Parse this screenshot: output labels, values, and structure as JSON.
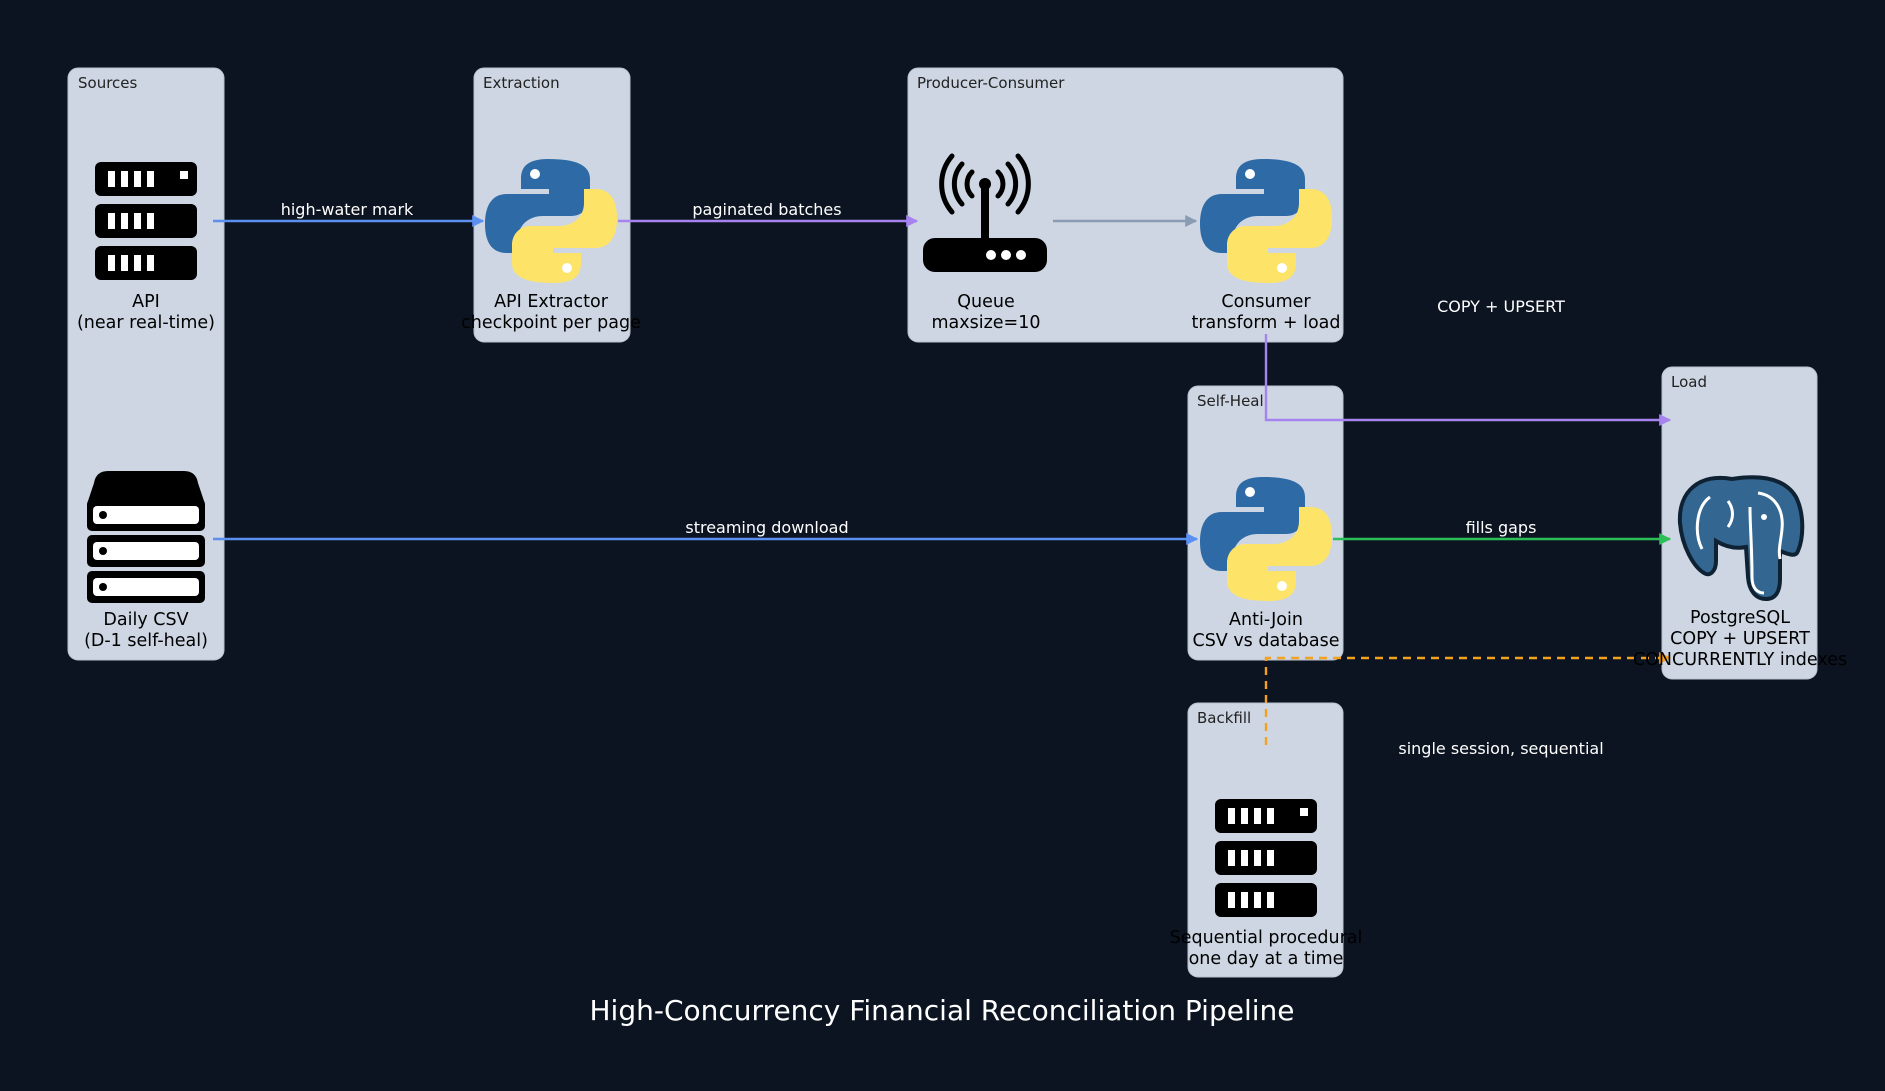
{
  "title": "High-Concurrency Financial Reconciliation Pipeline",
  "colors": {
    "background": "#0c1421",
    "cluster_fill": "#cdd6e2",
    "edge_blue": "#5b8ff0",
    "edge_purple": "#a783f0",
    "edge_gray": "#8a9bb4",
    "edge_green": "#2bbf57",
    "edge_orange": "#f5a01e",
    "python_blue": "#2e6aa6",
    "python_yellow": "#fde469",
    "postgres_blue": "#336791"
  },
  "clusters": {
    "sources": "Sources",
    "extraction": "Extraction",
    "producer_consumer": "Producer-Consumer",
    "self_heal": "Self-Heal",
    "load": "Load",
    "backfill": "Backfill"
  },
  "nodes": {
    "api": {
      "icon": "server-rack-icon",
      "line1": "API",
      "line2": "(near real-time)"
    },
    "daily_csv": {
      "icon": "storage-stack-icon",
      "line1": "Daily CSV",
      "line2": "(D-1 self-heal)"
    },
    "api_extractor": {
      "icon": "python-icon",
      "line1": "API Extractor",
      "line2": "checkpoint per page"
    },
    "queue": {
      "icon": "router-antenna-icon",
      "line1": "Queue",
      "line2": "maxsize=10"
    },
    "consumer": {
      "icon": "python-icon",
      "line1": "Consumer",
      "line2": "transform + load"
    },
    "anti_join": {
      "icon": "python-icon",
      "line1": "Anti-Join",
      "line2": "CSV vs database"
    },
    "postgresql": {
      "icon": "postgresql-icon",
      "line1": "PostgreSQL",
      "line2": "COPY + UPSERT",
      "line3": "CONCURRENTLY indexes"
    },
    "sequential": {
      "icon": "server-rack-icon",
      "line1": "Sequential procedural",
      "line2": "one day at a time"
    }
  },
  "edges": {
    "api_to_extractor": "high-water mark",
    "extractor_to_queue": "paginated batches",
    "consumer_to_postgres": "COPY + UPSERT",
    "csv_to_antijoin": "streaming download",
    "antijoin_to_postgres": "fills gaps",
    "backfill_to_postgres": "single session, sequential"
  }
}
